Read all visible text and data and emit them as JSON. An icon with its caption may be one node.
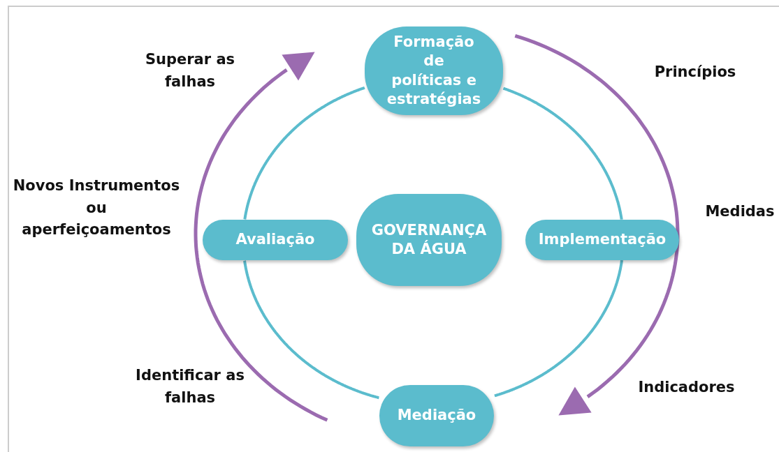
{
  "diagram": {
    "nodes": [
      {
        "text": [
          "Formação de políticas e estratégias"
        ]
      },
      {
        "text": [
          "Avaliação"
        ]
      },
      {
        "text": [
          "GOVERNANÇA DA ÁGUA"
        ]
      },
      {
        "text": [
          "Implementação"
        ]
      },
      {
        "text": [
          "Mediação"
        ]
      }
    ],
    "edges": [
      {
        "from": 0,
        "to": 3,
        "arrow": "none"
      },
      {
        "from": 3,
        "to": 4,
        "arrow": "none"
      },
      {
        "from": 4,
        "to": 1,
        "arrow": "none"
      },
      {
        "from": 1,
        "to": 0,
        "arrow": "none"
      }
    ],
    "labels": [
      "Superar as falhas",
      "Princípios",
      "Novos Instrumentos ou aperfeiçoamentos",
      "Medidas",
      "Identificar as falhas",
      "Indicadores"
    ]
  }
}
